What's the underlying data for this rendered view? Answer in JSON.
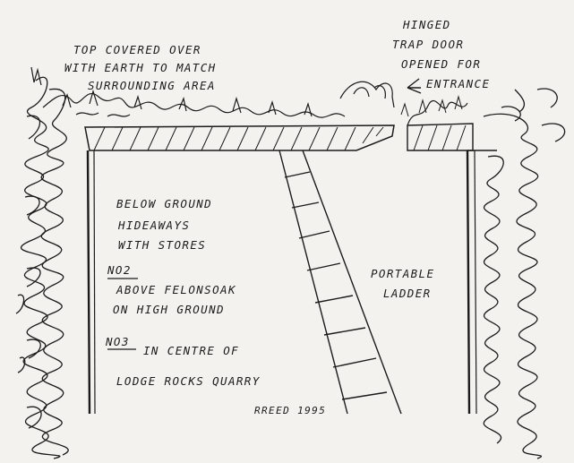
{
  "annotations": {
    "top_cover": {
      "line1": "TOP COVERED OVER",
      "line2": "WITH EARTH TO MATCH",
      "line3": "SURROUNDING AREA"
    },
    "trap_door": {
      "line1": "HINGED",
      "line2": "TRAP DOOR",
      "line3": "OPENED FOR",
      "line4": "ENTRANCE"
    },
    "hideaways": {
      "line1": "BELOW GROUND",
      "line2": "HIDEAWAYS",
      "line3": "WITH STORES"
    },
    "location_2": {
      "number": "NO2",
      "line1": "ABOVE FELONSOAK",
      "line2": "ON HIGH GROUND"
    },
    "location_3": {
      "number": "NO3",
      "line1": "IN CENTRE OF",
      "line2": "LODGE ROCKS QUARRY"
    },
    "ladder": {
      "line1": "PORTABLE",
      "line2": "LADDER"
    },
    "signature": "RREED 1995"
  },
  "colors": {
    "paper": "#f4f2ee",
    "ink": "#1b1b1b"
  }
}
